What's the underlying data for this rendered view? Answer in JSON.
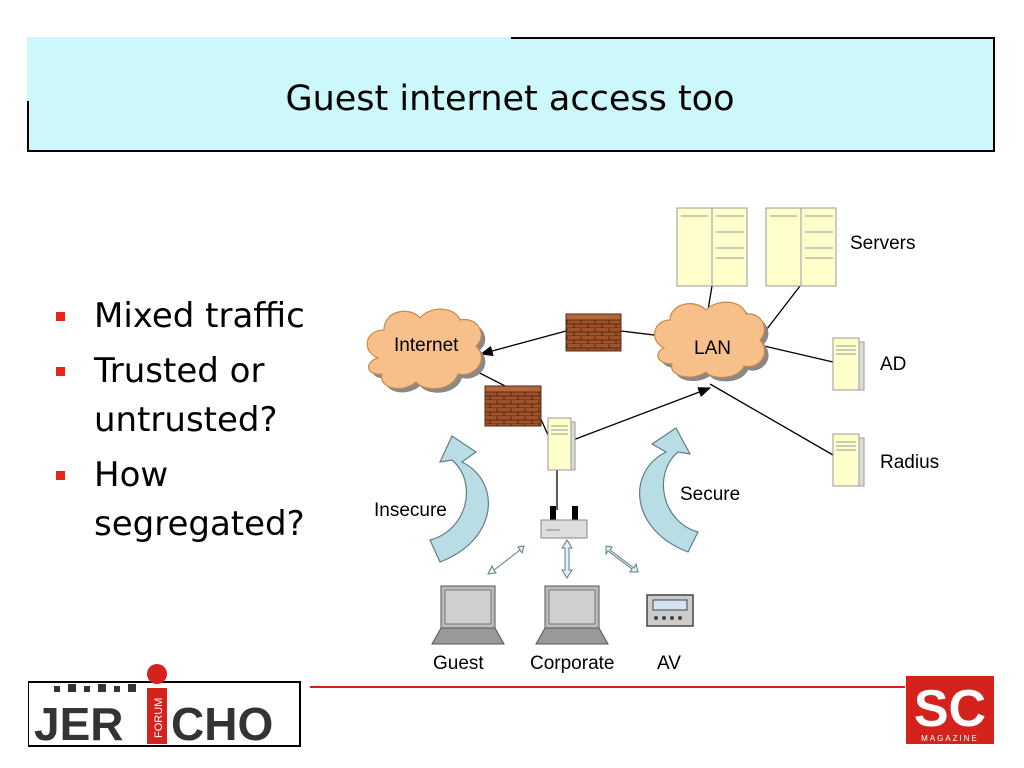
{
  "slide": {
    "title": "Guest internet access too",
    "bullets": [
      "Mixed traffic",
      "Trusted or untrusted?",
      "How segregated?"
    ]
  },
  "diagram": {
    "labels": {
      "internet": "Internet",
      "lan": "LAN",
      "servers": "Servers",
      "ad": "AD",
      "radius": "Radius",
      "insecure": "Insecure",
      "secure": "Secure",
      "guest": "Guest",
      "corporate": "Corporate",
      "av": "AV"
    }
  },
  "footer": {
    "left_logo_text": "JERICHO",
    "left_logo_subtext": "FORUM",
    "right_logo_text": "SC",
    "right_logo_subtext": "MAGAZINE"
  },
  "colors": {
    "title_bg": "#ccf7fb",
    "bullet_mark": "#e8261e",
    "cloud_fill": "#f7c08a",
    "brick": "#a0522d",
    "server_fill": "#ffffcc",
    "arrow_fill": "#b9dde5",
    "footer_line": "#d4231c"
  }
}
